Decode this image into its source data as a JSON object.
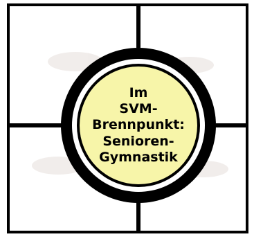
{
  "title_lines": [
    "Im",
    "SVM-",
    "Brennpunkt:",
    "Senioren-",
    "Gymnastik"
  ],
  "colors": {
    "circle_fill": "#f7f5a9",
    "ring": "#000000",
    "crosshair": "#000000",
    "frame": "#000000",
    "background": "#ffffff"
  },
  "icons": {
    "target": "crosshair-target-icon"
  }
}
